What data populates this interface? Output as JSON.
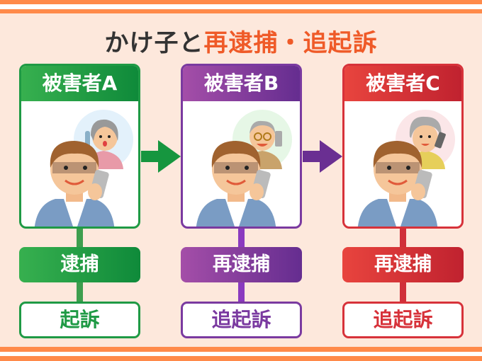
{
  "title": {
    "prefix": "かけ子と",
    "highlight": "再逮捕・追起訴"
  },
  "colors": {
    "stripe": "#ff8a4a",
    "background": "#fde8dc",
    "highlight": "#ef5a28",
    "green": "#1f9a45",
    "purple": "#7a3aa0",
    "red": "#d7323a"
  },
  "columns": [
    {
      "victim": "被害者A",
      "arrest": "逮捕",
      "charge": "起訴",
      "victim_figure": "elderly-woman-landline",
      "caller_figure": "young-man-smartphone"
    },
    {
      "victim": "被害者B",
      "arrest": "再逮捕",
      "charge": "追起訴",
      "victim_figure": "elderly-man-smartphone",
      "caller_figure": "young-man-smartphone"
    },
    {
      "victim": "被害者C",
      "arrest": "再逮捕",
      "charge": "追起訴",
      "victim_figure": "elderly-woman-smartphone",
      "caller_figure": "young-man-smartphone"
    }
  ],
  "arrows": [
    "arrow-right-icon",
    "arrow-right-icon"
  ]
}
